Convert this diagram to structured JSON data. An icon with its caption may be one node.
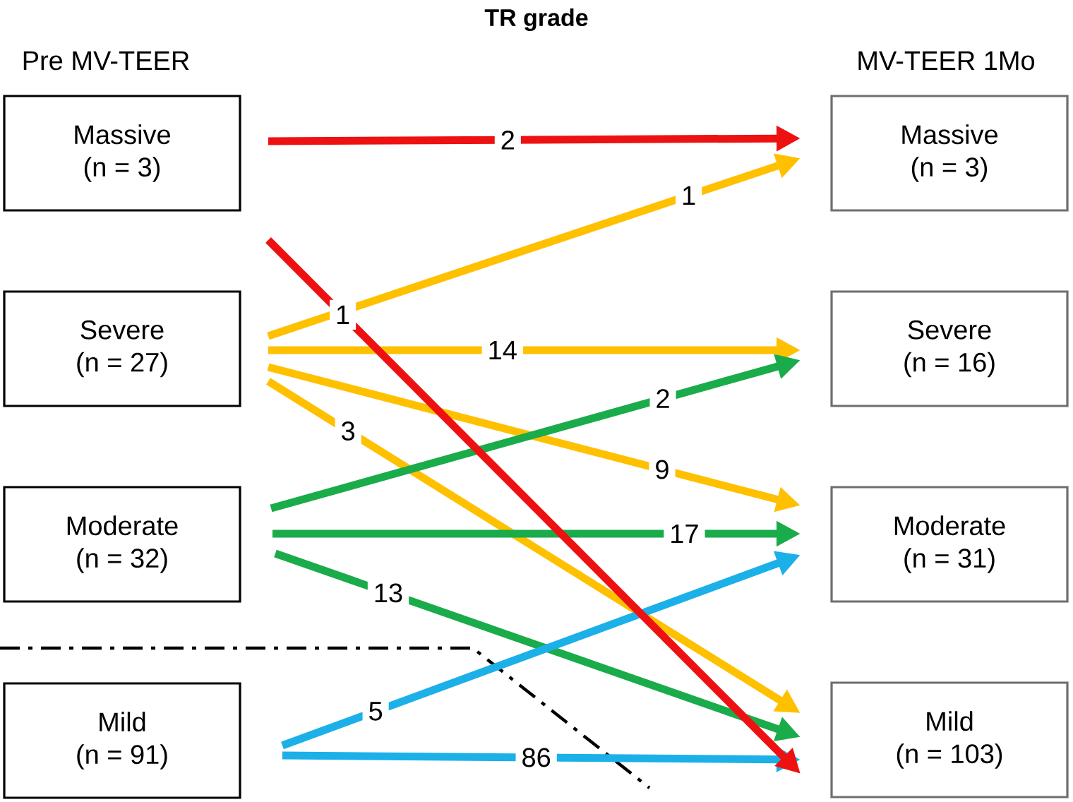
{
  "diagram": {
    "title": "TR grade",
    "nodes": [
      {
        "text": [
          "Massive",
          "(n = 3)"
        ]
      },
      {
        "text": [
          "Severe",
          "(n = 27)"
        ]
      },
      {
        "text": [
          "Moderate",
          "(n = 32)"
        ]
      },
      {
        "text": [
          "Mild",
          "(n = 91)"
        ]
      },
      {
        "text": [
          "Massive",
          "(n = 3)"
        ]
      },
      {
        "text": [
          "Severe",
          "(n = 16)"
        ]
      },
      {
        "text": [
          "Moderate",
          "(n = 31)"
        ]
      },
      {
        "text": [
          "Mild",
          "(n = 103)"
        ]
      }
    ],
    "edges": [
      {
        "from": 0,
        "to": 4,
        "arrow": "to",
        "label": "2",
        "color": "#ee1111"
      },
      {
        "from": 0,
        "to": 7,
        "arrow": "to",
        "label": "1",
        "color": "#ee1111"
      },
      {
        "from": 1,
        "to": 4,
        "arrow": "to",
        "label": "1",
        "color": "#ffc000"
      },
      {
        "from": 1,
        "to": 5,
        "arrow": "to",
        "label": "14",
        "color": "#ffc000"
      },
      {
        "from": 1,
        "to": 6,
        "arrow": "to",
        "label": "9",
        "color": "#ffc000"
      },
      {
        "from": 1,
        "to": 7,
        "arrow": "to",
        "label": "3",
        "color": "#ffc000"
      },
      {
        "from": 2,
        "to": 5,
        "arrow": "to",
        "label": "2",
        "color": "#1aab4a"
      },
      {
        "from": 2,
        "to": 6,
        "arrow": "to",
        "label": "17",
        "color": "#1aab4a"
      },
      {
        "from": 2,
        "to": 7,
        "arrow": "to",
        "label": "13",
        "color": "#1aab4a"
      },
      {
        "from": 3,
        "to": 6,
        "arrow": "to",
        "label": "5",
        "color": "#1cb0e8"
      },
      {
        "from": 3,
        "to": 7,
        "arrow": "to",
        "label": "86",
        "color": "#1cb0e8"
      }
    ],
    "labels": [
      "Pre MV-TEER",
      "MV-TEER 1Mo"
    ]
  }
}
